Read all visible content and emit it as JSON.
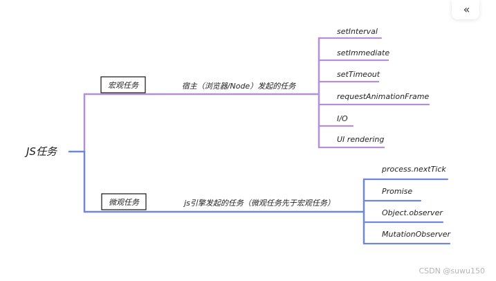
{
  "root": {
    "label": "JS任务"
  },
  "branches": [
    {
      "label": "宏观任务",
      "edge_label": "宿主（浏览器/Node）发起的任务",
      "color": "#b38fd6",
      "children": [
        "setInterval",
        "setImmediate",
        "setTimeout",
        "requestAnimationFrame",
        "I/O",
        "UI rendering"
      ]
    },
    {
      "label": "微观任务",
      "edge_label": "js引擎发起的任务（微观任务先于宏观任务）",
      "color": "#6f87d8",
      "children": [
        "process.nextTick",
        "Promise",
        "Object.observer",
        "MutationObserver"
      ]
    }
  ],
  "toolbar": {
    "collapse_icon": "double-chevron-left-icon",
    "collapse_label": "«"
  },
  "watermark": "CSDN @suwu150"
}
